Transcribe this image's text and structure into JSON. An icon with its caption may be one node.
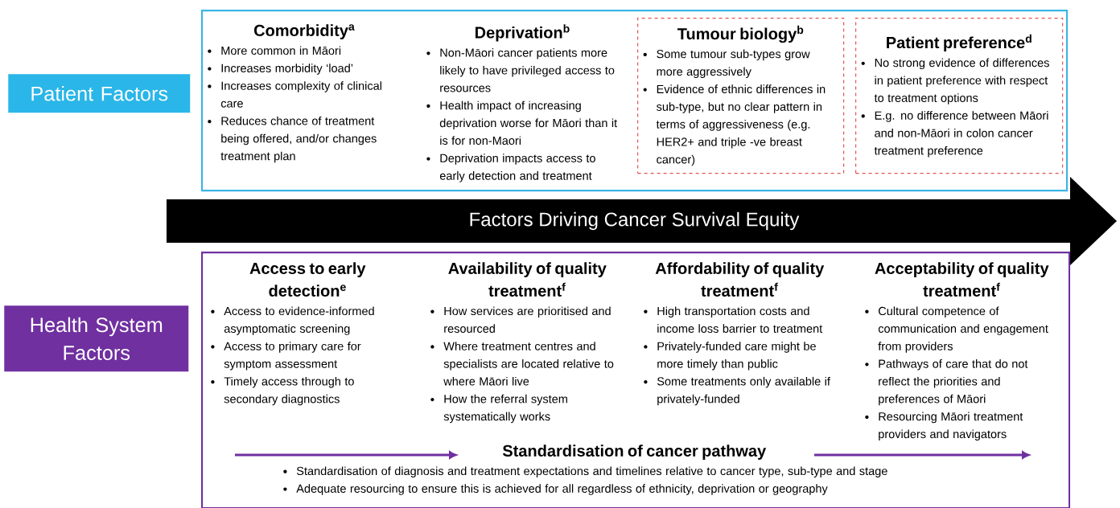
{
  "diagram": {
    "nodes": [
      {
        "text": [
          "Patient Factors"
        ]
      },
      {
        "text": [],
        "shape": "box"
      },
      {
        "text": [
          "Comorbidity$^{a}$",
          "More common in Māori",
          "Increases morbidity ‘load’",
          "Increases complexity of clinical care",
          "Reduces chance of treatment being offered, and/or changes treatment plan"
        ],
        "in": 1
      },
      {
        "text": [
          "Deprivation$^{b}$",
          "Non-Māori cancer patients more likely to have privileged access to resources",
          "Health impact of increasing deprivation worse for Māori than it is for non-Maori",
          "Deprivation impacts access to early detection and treatment"
        ],
        "in": 1
      },
      {
        "text": [
          "Tumour biology$^{b}$",
          "Some tumour sub-types grow more aggressively",
          "Evidence of ethnic differences in sub-type, but no clear pattern in terms of aggressiveness (e.g. HER2+ and triple -ve breast cancer)"
        ],
        "in": 1
      },
      {
        "text": [
          "Patient preference$^{d}$",
          "No strong evidence of differences in patient preference with respect to treatment options",
          "E.g. no difference between Māori and non-Māori in colon cancer treatment preference"
        ],
        "in": 1
      },
      {
        "text": [
          "Factors Driving Cancer Survival Equity"
        ]
      },
      {
        "text": [
          "Health System Factors"
        ]
      },
      {
        "text": [],
        "shape": "box"
      },
      {
        "text": [
          "Access to early detection$^{e}$",
          "Access to evidence-informed asymptomatic screening",
          "Access to primary care for symptom assessment",
          "Timely access through to secondary diagnostics"
        ],
        "in": 8
      },
      {
        "text": [
          "Availability of quality treatment$^{f}$",
          "How services are prioritised and resourced",
          "Where treatment centres and specialists are located relative to where Māori live",
          "How the referral system systematically works"
        ],
        "in": 8
      },
      {
        "text": [
          "Affordability of quality treatment$^{f}$",
          "High transportation costs and income loss barrier to treatment",
          "Privately-funded care might be more timely than public",
          "Some treatments only available if privately-funded"
        ],
        "in": 8
      },
      {
        "text": [
          "Acceptability of quality treatment$^{f}$",
          "Cultural competence of communication and engagement from providers",
          "Pathways of care that do not reflect the priorities and preferences of Māori",
          "Resourcing Māori treatment providers and navigators"
        ],
        "in": 8
      },
      {
        "text": [
          "Standardisation of cancer pathway",
          "Standardisation of diagnosis and treatment expectations and timelines relative to cancer type, sub-type and stage",
          "Adequate resourcing to ensure this is achieved for all regardless of ethnicity, deprivation or geography"
        ],
        "in": 8
      }
    ]
  }
}
